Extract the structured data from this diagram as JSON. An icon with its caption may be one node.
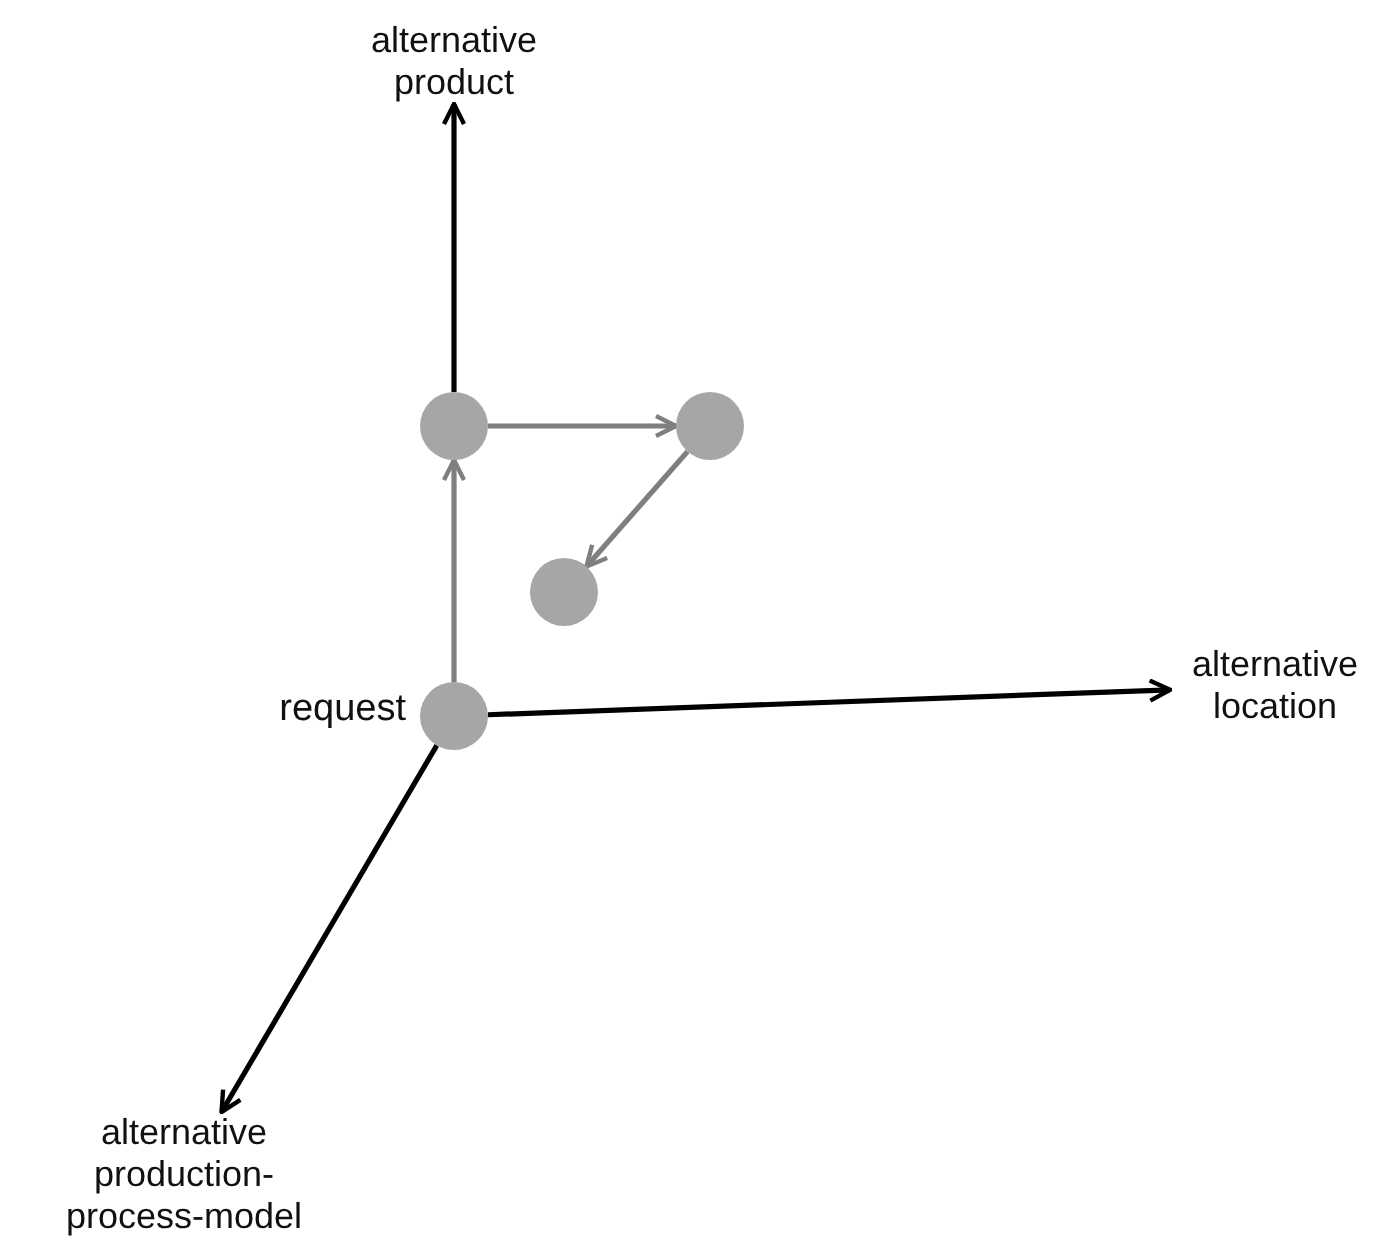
{
  "diagram": {
    "nodes": [
      {
        "text": [],
        "shape": "circle",
        "beside": [
          "request"
        ]
      },
      {
        "text": [],
        "shape": "circle"
      },
      {
        "text": [],
        "shape": "circle"
      },
      {
        "text": [],
        "shape": "circle"
      },
      {
        "text": [
          "alternative product"
        ]
      },
      {
        "text": [
          "alternative location"
        ]
      },
      {
        "text": [
          "alternative production-process-model"
        ]
      }
    ],
    "edges": [
      {
        "from": 1,
        "to": 4,
        "arrow": "to"
      },
      {
        "from": 0,
        "to": 5,
        "arrow": "to"
      },
      {
        "from": 0,
        "to": 6,
        "arrow": "to"
      },
      {
        "from": 0,
        "to": 1,
        "arrow": "to",
        "color": "#7f7f7f"
      },
      {
        "from": 1,
        "to": 2,
        "arrow": "to",
        "color": "#7f7f7f"
      },
      {
        "from": 2,
        "to": 3,
        "arrow": "to",
        "color": "#7f7f7f"
      }
    ]
  }
}
